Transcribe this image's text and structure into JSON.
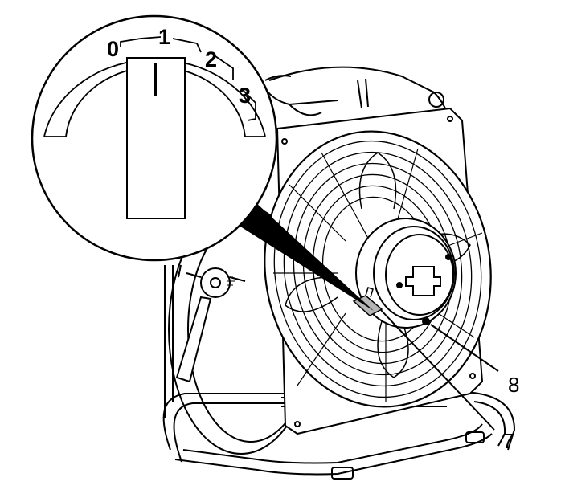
{
  "figure": {
    "callouts": [
      {
        "id": "callout-8",
        "label": "8"
      },
      {
        "id": "callout-7",
        "label": "7"
      }
    ],
    "dial": {
      "positions": [
        "0",
        "1",
        "2",
        "3"
      ]
    }
  }
}
